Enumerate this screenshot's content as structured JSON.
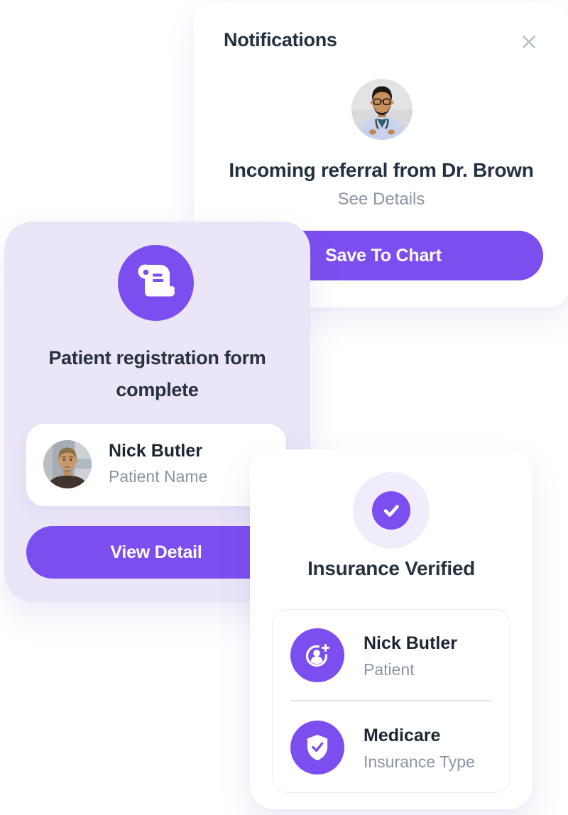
{
  "page": {
    "background": "#ffffff"
  },
  "colors": {
    "accent_purple": "#7C4DEF",
    "lavender_card": "#EBE5F8",
    "lavender_badge": "#F1ECFB",
    "text_dark": "#223140",
    "text_name": "#1C2733",
    "text_gray": "#8A94A2",
    "close_gray": "#B7BCC2",
    "box_border": "#E8EAEF"
  },
  "notifications_card": {
    "title": "Notifications",
    "close_icon": "close-icon",
    "avatar": "doctor-photo",
    "headline": "Incoming referral from Dr. Brown",
    "link_label": "See Details",
    "button_label": "Save To Chart"
  },
  "registration_card": {
    "icon": "scroll-icon",
    "title_line1": "Patient registration form",
    "title_line2": "complete",
    "patient": {
      "avatar": "patient-photo",
      "name": "Nick Butler",
      "label": "Patient Name"
    },
    "button_label": "View Detail"
  },
  "insurance_card": {
    "badge_icon": "check-icon",
    "title": "Insurance Verified",
    "rows": [
      {
        "icon": "patient-add-icon",
        "title": "Nick Butler",
        "subtitle": "Patient"
      },
      {
        "icon": "shield-check-icon",
        "title": "Medicare",
        "subtitle": "Insurance Type"
      }
    ]
  }
}
